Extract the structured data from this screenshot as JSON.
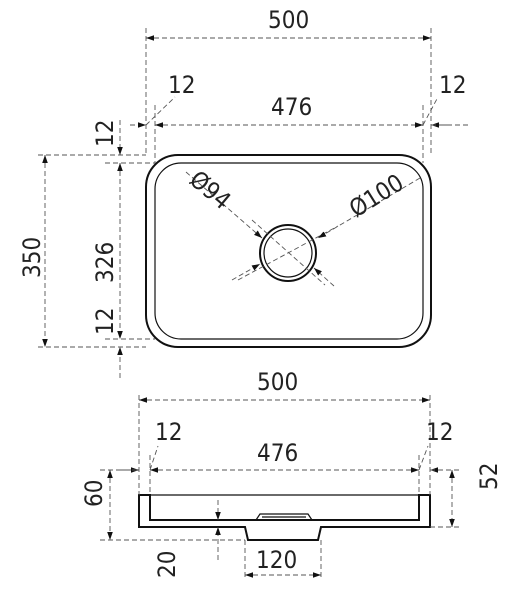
{
  "top_view": {
    "overall_width": "500",
    "inner_width": "476",
    "left_wall": "12",
    "right_wall": "12",
    "overall_depth": "350",
    "inner_depth": "326",
    "top_wall": "12",
    "bottom_wall": "12",
    "drain_outer_diameter": "Ø100",
    "drain_inner_diameter": "Ø94"
  },
  "side_view": {
    "overall_width": "500",
    "inner_width": "476",
    "left_wall": "12",
    "right_wall": "12",
    "total_height": "60",
    "basin_height": "52",
    "drain_depth": "20",
    "drain_width": "120"
  }
}
